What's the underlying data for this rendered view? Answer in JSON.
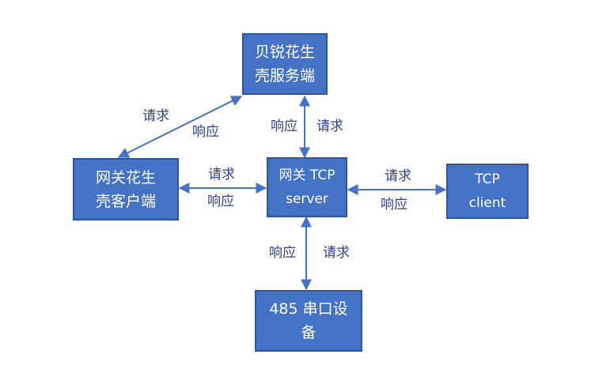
{
  "nodes": {
    "server_peanut": {
      "line1": "贝锐花生",
      "line2": "壳服务端"
    },
    "client_peanut": {
      "line1": "网关花生",
      "line2": "壳客户端"
    },
    "gateway": {
      "line1": "网关 TCP",
      "line2": "server"
    },
    "tcp_client": {
      "line1": "TCP",
      "line2": "client"
    },
    "serial": {
      "line1": "485 串口设",
      "line2": "备"
    }
  },
  "labels": {
    "diag_request": "请求",
    "diag_response": "响应",
    "vert_top_response": "响应",
    "vert_top_request": "请求",
    "left_request": "请求",
    "left_response": "响应",
    "right_request": "请求",
    "right_response": "响应",
    "bottom_response": "响应",
    "bottom_request": "请求"
  },
  "colors": {
    "box_fill": "#4472c4",
    "box_border": "#2f5597",
    "arrow": "#4472c4",
    "label": "#2e3f8f"
  }
}
